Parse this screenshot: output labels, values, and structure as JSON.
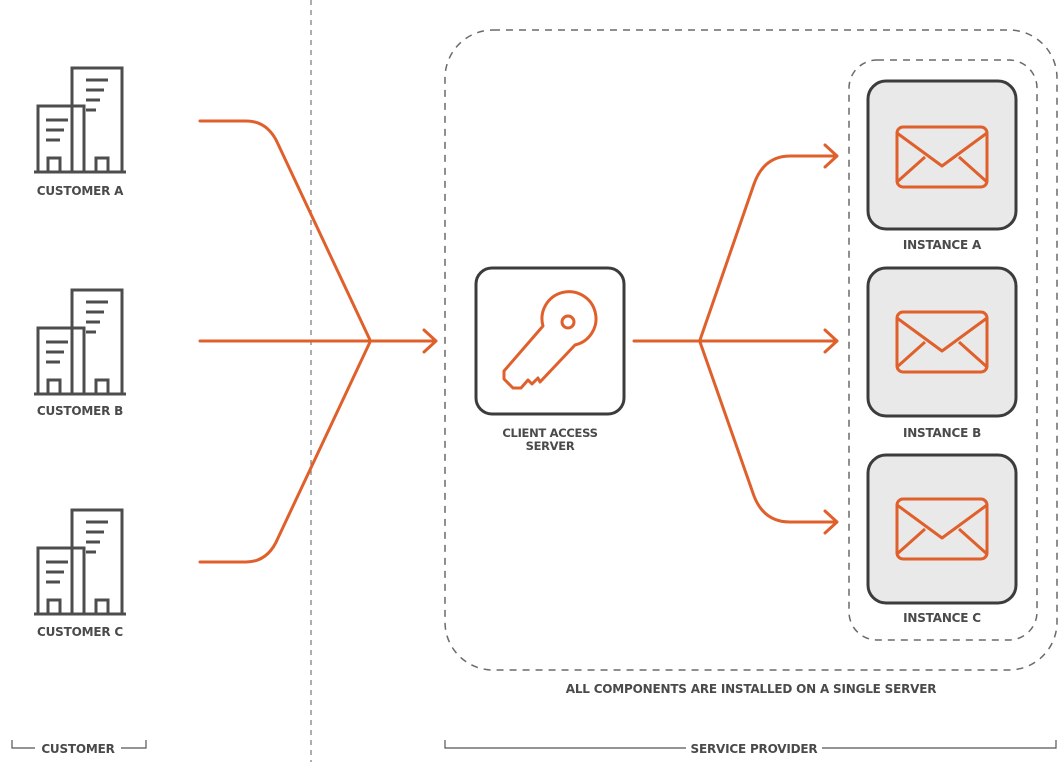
{
  "customers": [
    {
      "label": "CUSTOMER A"
    },
    {
      "label": "CUSTOMER B"
    },
    {
      "label": "CUSTOMER C"
    }
  ],
  "server": {
    "label_line1": "CLIENT ACCESS",
    "label_line2": "SERVER"
  },
  "instances": [
    {
      "label": "INSTANCE A"
    },
    {
      "label": "INSTANCE B"
    },
    {
      "label": "INSTANCE C"
    }
  ],
  "provider_note": "ALL COMPONENTS ARE INSTALLED ON A SINGLE SERVER",
  "footer": {
    "customer": "CUSTOMER",
    "service_provider": "SERVICE PROVIDER"
  },
  "colors": {
    "accent": "#e0602c",
    "icon_stroke": "#4d4d4d",
    "tile_fill": "#e9e9e9"
  },
  "icons": {
    "customer": "office-building-icon",
    "server": "key-icon",
    "instance": "envelope-icon"
  }
}
